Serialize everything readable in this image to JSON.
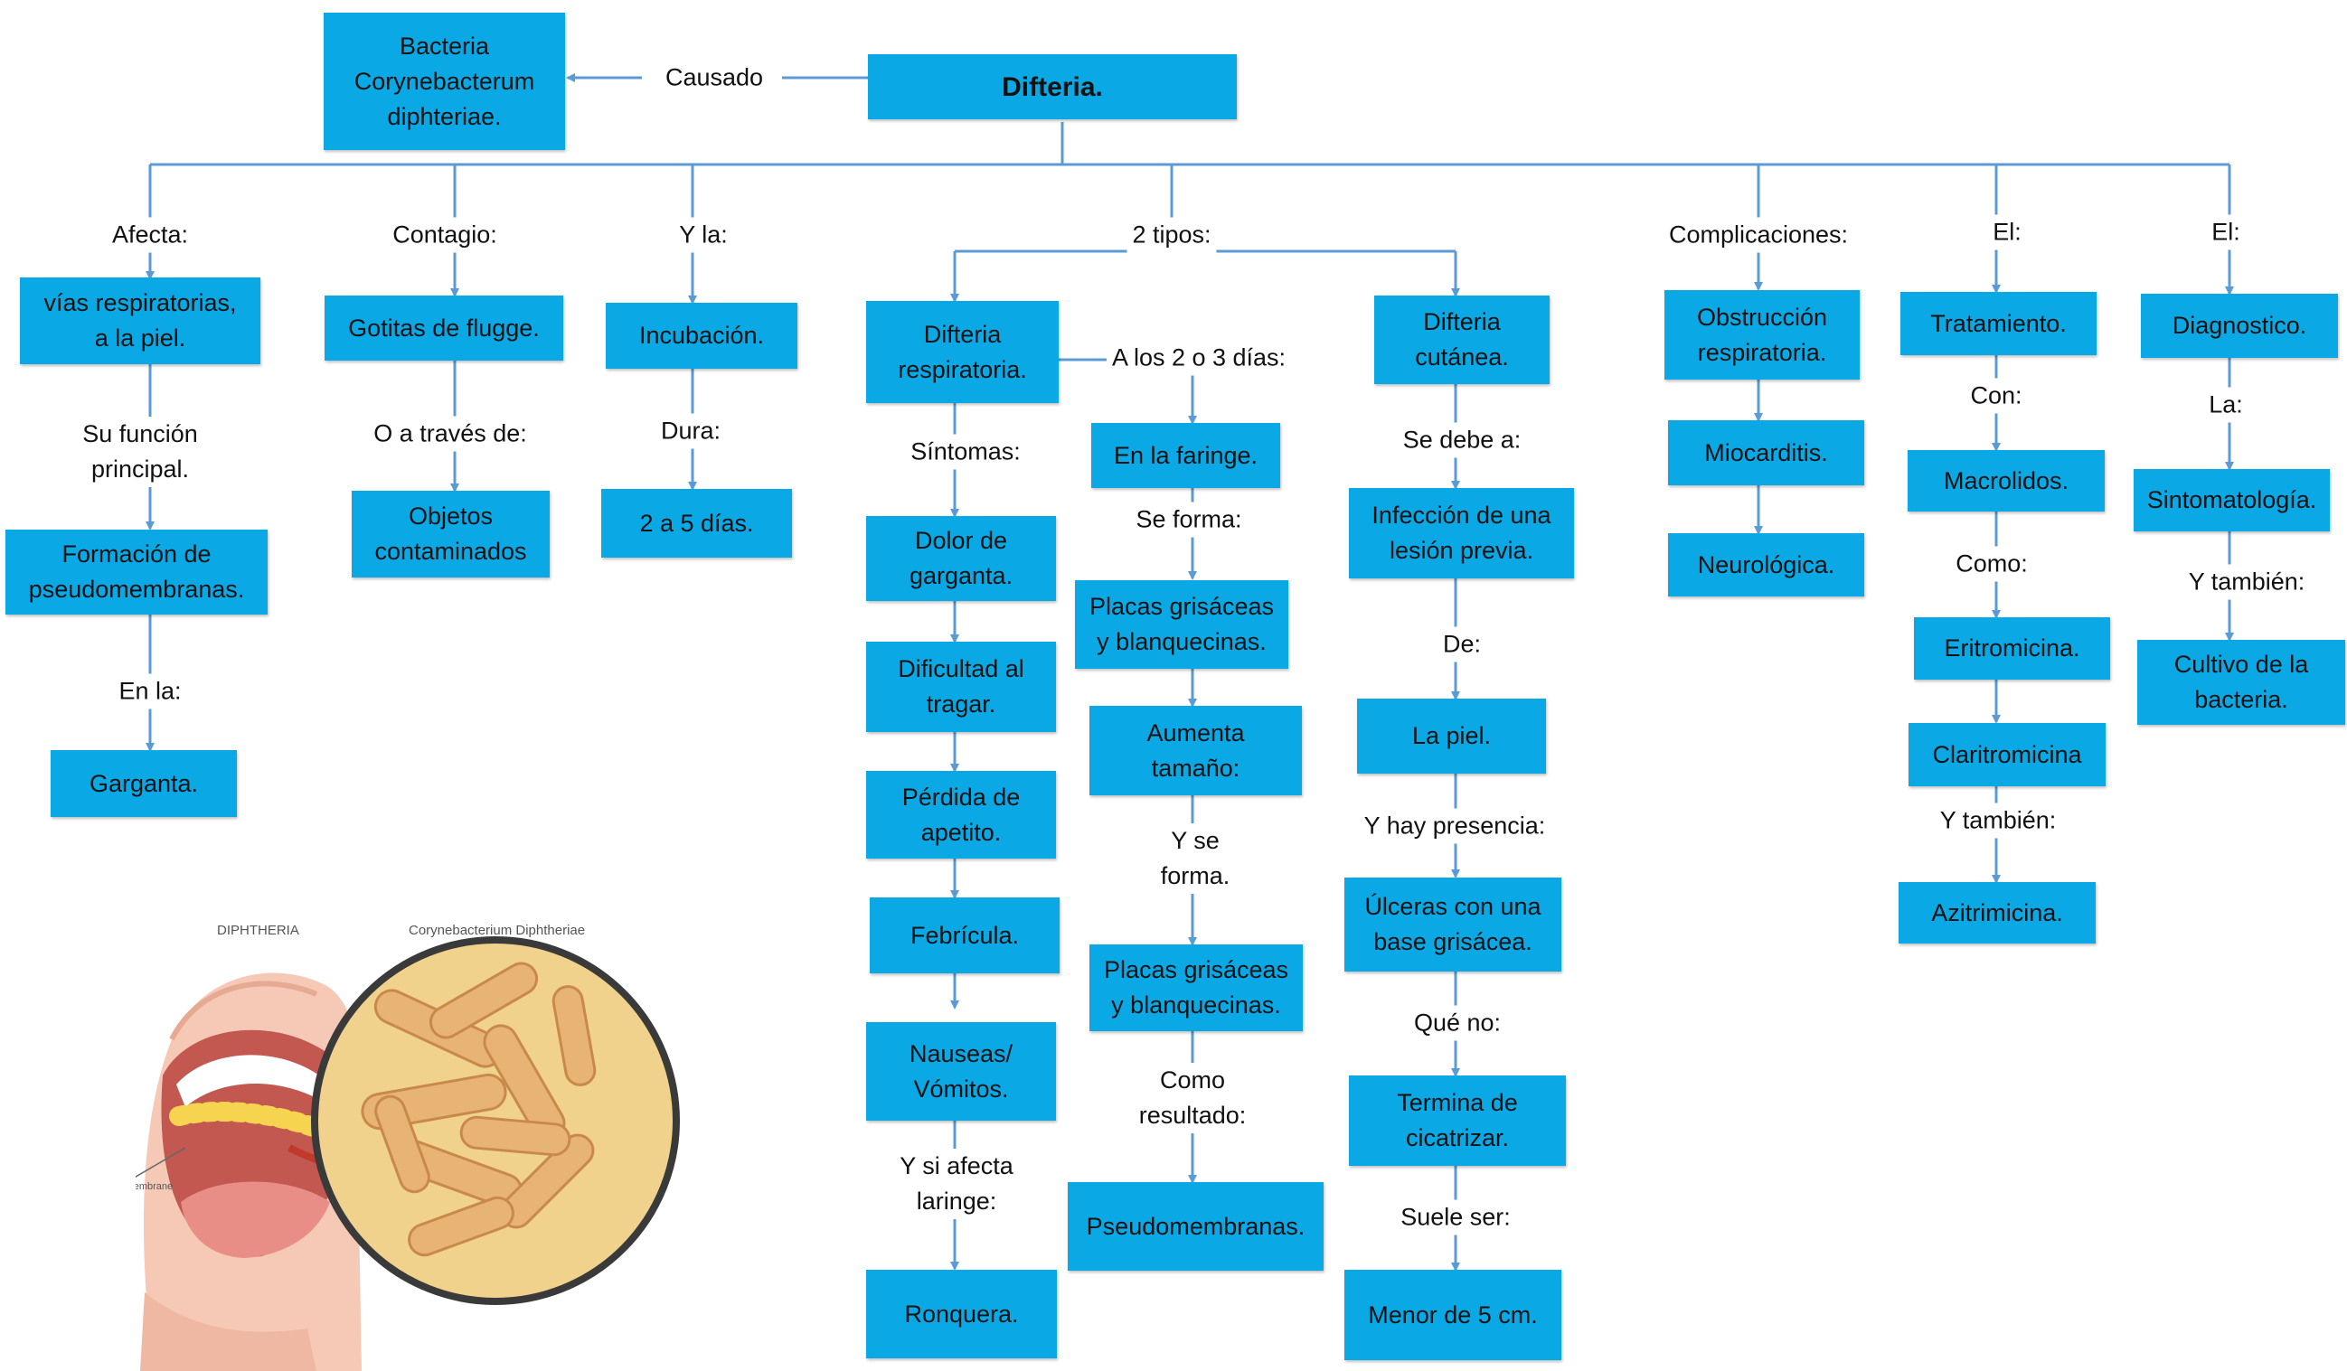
{
  "title": "Difteria.",
  "nodes": {
    "bacteria": "Bacteria Corynebacterum diphteriae.",
    "vias": "vías respiratorias, a la piel.",
    "pseudo": "Formación de pseudomembranas.",
    "garganta": "Garganta.",
    "gotitas": "Gotitas de flugge.",
    "objetos": "Objetos contaminados",
    "incubacion": "Incubación.",
    "dias": "2 a 5 días.",
    "resp": "Difteria respiratoria.",
    "dolor": "Dolor de garganta.",
    "dificultad": "Dificultad al tragar.",
    "perdida": "Pérdida de apetito.",
    "febricula": "Febrícula.",
    "nauseas": "Nauseas/ Vómitos.",
    "ronquera": "Ronquera.",
    "faringe": "En la faringe.",
    "placas1": "Placas grisáceas y blanquecinas.",
    "aumenta": "Aumenta tamaño:",
    "placas2": "Placas grisáceas y blanquecinas.",
    "pseudomem": "Pseudomembranas.",
    "cutanea": "Difteria cutánea.",
    "infeccion": "Infección de una lesión previa.",
    "piel": "La piel.",
    "ulceras": "Úlceras con una base grisácea.",
    "termina": "Termina de cicatrizar.",
    "menor": "Menor de 5 cm.",
    "obstruccion": "Obstrucción respiratoria.",
    "miocarditis": "Miocarditis.",
    "neurologica": "Neurológica.",
    "tratamiento": "Tratamiento.",
    "macrolidos": "Macrolidos.",
    "eritromicina": "Eritromicina.",
    "claritromicina": "Claritromicina",
    "azitrimicina": "Azitrimicina.",
    "diagnostico": "Diagnostico.",
    "sintomatologia": "Sintomatología.",
    "cultivo": "Cultivo de la bacteria."
  },
  "labels": {
    "causado": "Causado",
    "afecta": "Afecta:",
    "su_funcion": "Su función principal.",
    "en_la": "En la:",
    "contagio": "Contagio:",
    "o_traves": "O a través de:",
    "y_la": "Y la:",
    "dura": "Dura:",
    "dos_tipos": "2 tipos:",
    "sintomas": "Síntomas:",
    "a_los": "A los 2 o 3 días:",
    "se_forma": "Se forma:",
    "y_se_forma": "Y se forma.",
    "como_resultado": "Como resultado:",
    "y_si_afecta": "Y si afecta laringe:",
    "se_debe": "Se debe a:",
    "de": "De:",
    "y_hay": "Y hay presencia:",
    "que_no": "Qué no:",
    "suele": "Suele ser:",
    "complicaciones": "Complicaciones:",
    "el1": "El:",
    "con": "Con:",
    "como": "Como:",
    "y_tambien1": "Y también:",
    "el2": "El:",
    "la": "La:",
    "y_tambien2": "Y también:"
  },
  "illustration": {
    "left_caption": "DIPHTHERIA",
    "right_caption": "Corynebacterium Diphtheriae",
    "membrane_caption": "Diphtheric membrane"
  },
  "colors": {
    "box": "#0aa9e6",
    "line": "#5b9bd5"
  }
}
